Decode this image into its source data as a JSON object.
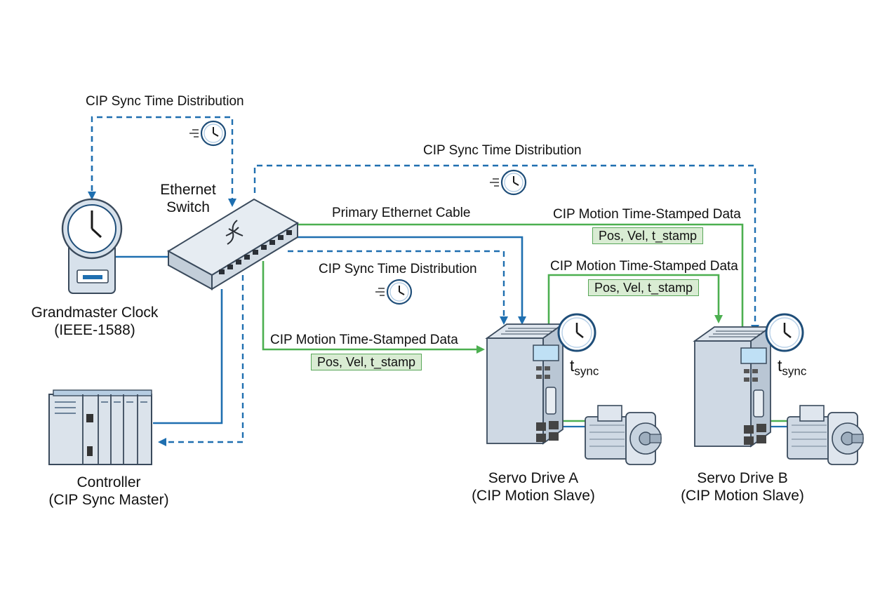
{
  "labels": {
    "sync_top_left": "CIP Sync Time Distribution",
    "sync_top_right": "CIP Sync Time Distribution",
    "sync_middle": "CIP Sync Time Distribution",
    "primary_cable": "Primary Ethernet Cable",
    "motion_data_a": "CIP Motion Time-Stamped Data",
    "motion_data_top": "CIP Motion Time-Stamped Data",
    "motion_data_b": "CIP Motion Time-Stamped Data",
    "payload_a": "Pos, Vel, t_stamp",
    "payload_top": "Pos, Vel, t_stamp",
    "payload_b": "Pos, Vel, t_stamp"
  },
  "devices": {
    "switch": {
      "line1": "Ethernet",
      "line2": "Switch"
    },
    "grandmaster": {
      "line1": "Grandmaster Clock",
      "line2": "(IEEE-1588)"
    },
    "controller": {
      "line1": "Controller",
      "line2": "(CIP Sync Master)"
    },
    "drive_a": {
      "line1": "Servo Drive A",
      "line2": "(CIP Motion Slave)"
    },
    "drive_b": {
      "line1": "Servo Drive B",
      "line2": "(CIP Motion Slave)"
    }
  },
  "tsync": {
    "base": "t",
    "sub": "sync"
  },
  "colors": {
    "sync_dashed": "#1f6fb0",
    "ethernet_blue": "#1f6fb0",
    "motion_green": "#4caf50",
    "badge_fill": "#d9ecd3"
  },
  "icons": [
    "clock-icon",
    "ethernet-switch-icon",
    "plc-controller-icon",
    "servo-drive-icon",
    "servo-motor-icon"
  ]
}
